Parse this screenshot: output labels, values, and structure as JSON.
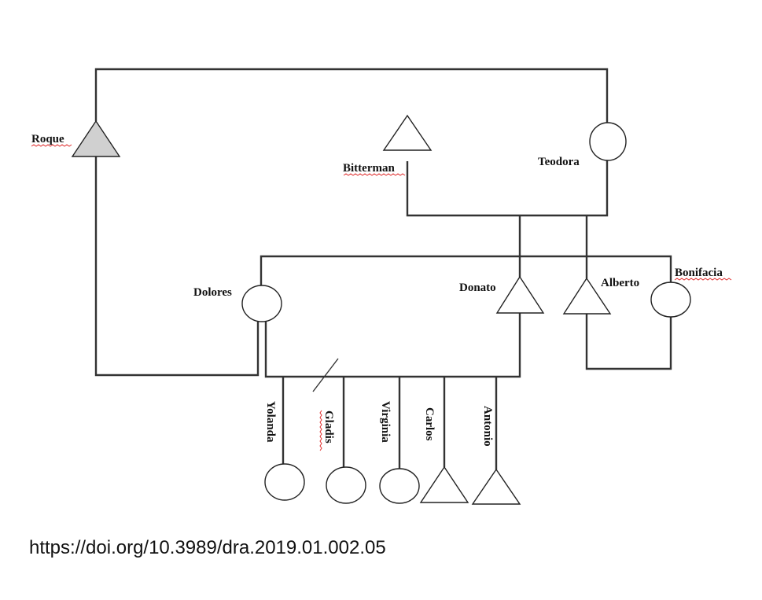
{
  "people": {
    "roque": {
      "name": "Roque",
      "sex": "male",
      "shaded": true
    },
    "bitterman": {
      "name": "Bitterman",
      "sex": "male"
    },
    "teodora": {
      "name": "Teodora",
      "sex": "female"
    },
    "dolores": {
      "name": "Dolores",
      "sex": "female"
    },
    "donato": {
      "name": "Donato",
      "sex": "male"
    },
    "alberto": {
      "name": "Alberto",
      "sex": "male"
    },
    "bonifacia": {
      "name": "Bonifacia",
      "sex": "female"
    },
    "yolanda": {
      "name": "Yolanda",
      "sex": "female"
    },
    "gladis": {
      "name": "Gladis",
      "sex": "female"
    },
    "virginia": {
      "name": "Virginia",
      "sex": "female"
    },
    "carlos": {
      "name": "Carlos",
      "sex": "male"
    },
    "antonio": {
      "name": "Antonio",
      "sex": "male"
    }
  },
  "relationships": [
    {
      "type": "marriage",
      "between": [
        "Roque",
        "Teodora"
      ]
    },
    {
      "type": "marriage",
      "between": [
        "Bitterman",
        "Teodora"
      ]
    },
    {
      "type": "marriage",
      "between": [
        "Roque",
        "Dolores"
      ]
    },
    {
      "type": "marriage",
      "between": [
        "Dolores",
        "Donato"
      ]
    },
    {
      "type": "marriage",
      "between": [
        "Alberto",
        "Bonifacia"
      ]
    },
    {
      "type": "descent",
      "parents": [
        "Bitterman",
        "Teodora"
      ],
      "children": [
        "Donato",
        "Alberto"
      ]
    },
    {
      "type": "descent",
      "parents": [
        "Dolores",
        "Donato"
      ],
      "children": [
        "Yolanda",
        "Gladis",
        "Virginia",
        "Carlos",
        "Antonio"
      ]
    }
  ],
  "colors": {
    "line": "#333333",
    "shaded_symbol": "#d0d0d0",
    "spellcheck_underline": "#e03030"
  },
  "citation": "https://doi.org/10.3989/dra.2019.01.002.05"
}
